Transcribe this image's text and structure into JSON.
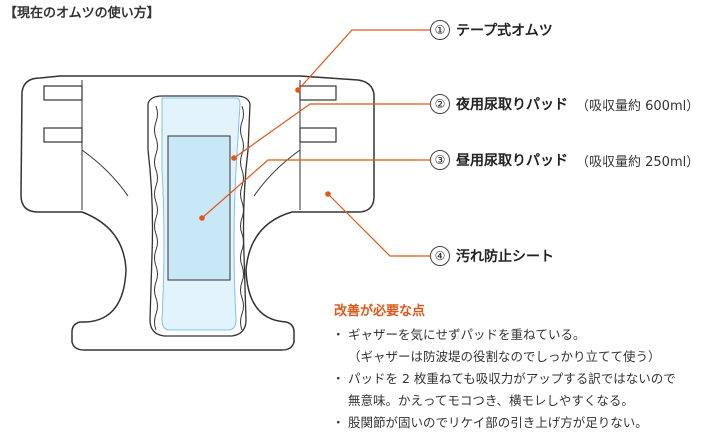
{
  "title": "【現在のオムツの使い方】",
  "accent_color": "#e0581c",
  "callouts": [
    {
      "num": "①",
      "name": "テープ式オムツ",
      "sub": ""
    },
    {
      "num": "②",
      "name": "夜用尿取りパッド",
      "sub": "（吸収量約 600ml）"
    },
    {
      "num": "③",
      "name": "昼用尿取りパッド",
      "sub": "（吸収量約 250ml）"
    },
    {
      "num": "④",
      "name": "汚れ防止シート",
      "sub": ""
    }
  ],
  "notes": {
    "title": "改善が必要な点",
    "items": [
      [
        "ギャザーを気にせずパッドを重ねている。",
        "（ギャザーは防波堤の役割なのでしっかり立てて使う）"
      ],
      [
        "パッドを 2 枚重ねても吸収力がアップする訳ではないので",
        "無意味。かえってモコつき、横モレしやすくなる。"
      ],
      [
        "股関節が固いのでリケイ部の引き上げ方が足りない。"
      ]
    ]
  }
}
